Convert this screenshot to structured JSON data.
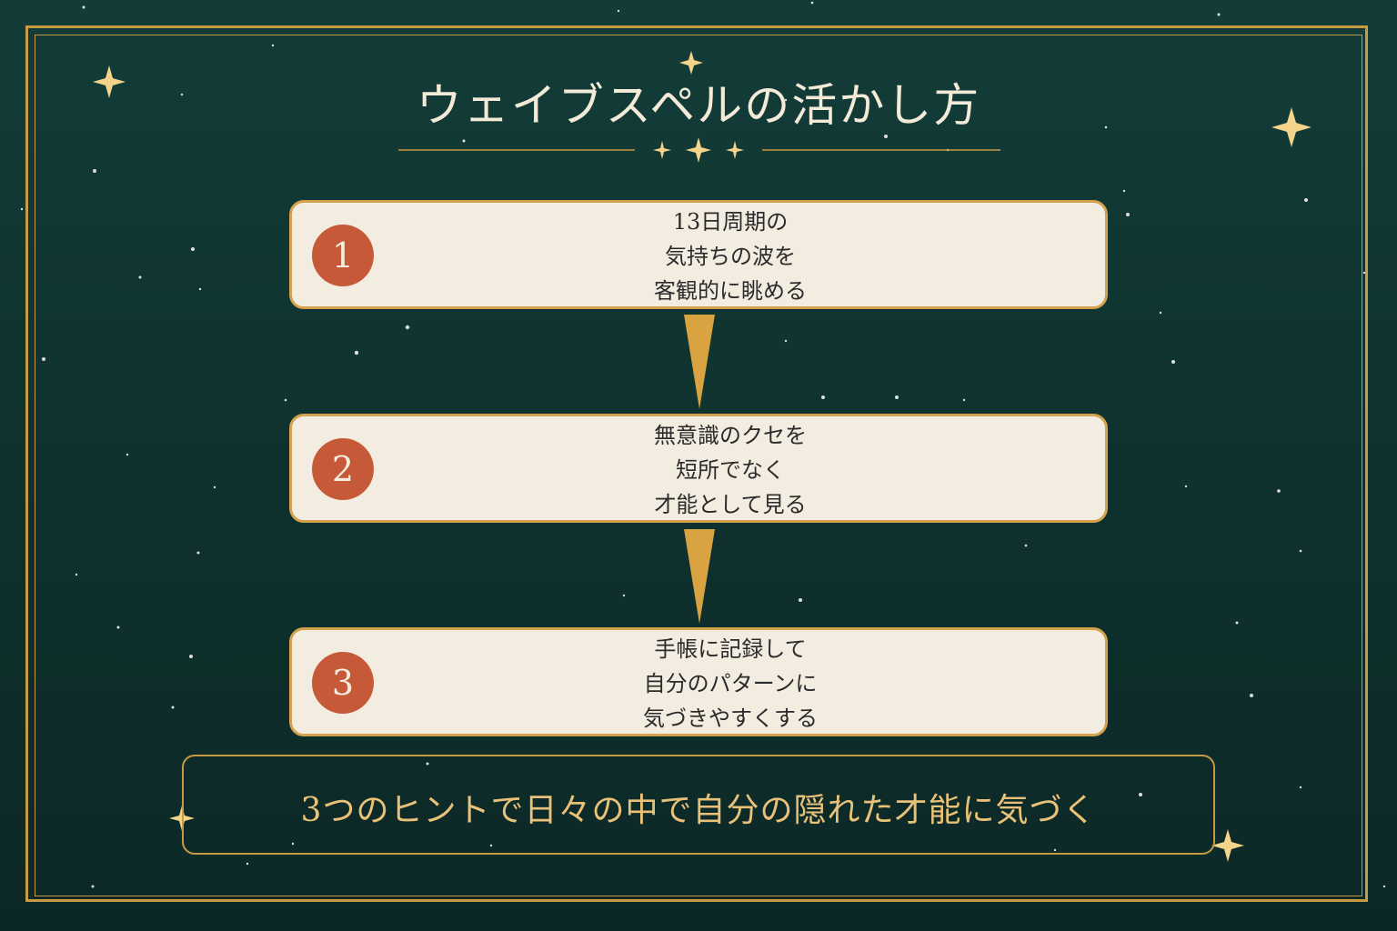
{
  "title": "ウェイブスペルの活かし方",
  "steps": [
    {
      "number": "1",
      "lines": [
        "13日周期の",
        "気持ちの波を",
        "客観的に眺める"
      ]
    },
    {
      "number": "2",
      "lines": [
        "無意識のクセを",
        "短所でなく",
        "才能として見る"
      ]
    },
    {
      "number": "3",
      "lines": [
        "手帳に記録して",
        "自分のパターンに",
        "気づきやすくする"
      ]
    }
  ],
  "summary": "3つのヒントで日々の中で自分の隠れた才能に気づく",
  "colors": {
    "background": "#123a36",
    "gold": "#c99a44",
    "card": "#f3ece0",
    "badge": "#c65a38",
    "summary_text": "#e9c178",
    "title_text": "#f3ead8"
  },
  "icons": [
    "sparkle-icon",
    "arrow-down-icon"
  ]
}
